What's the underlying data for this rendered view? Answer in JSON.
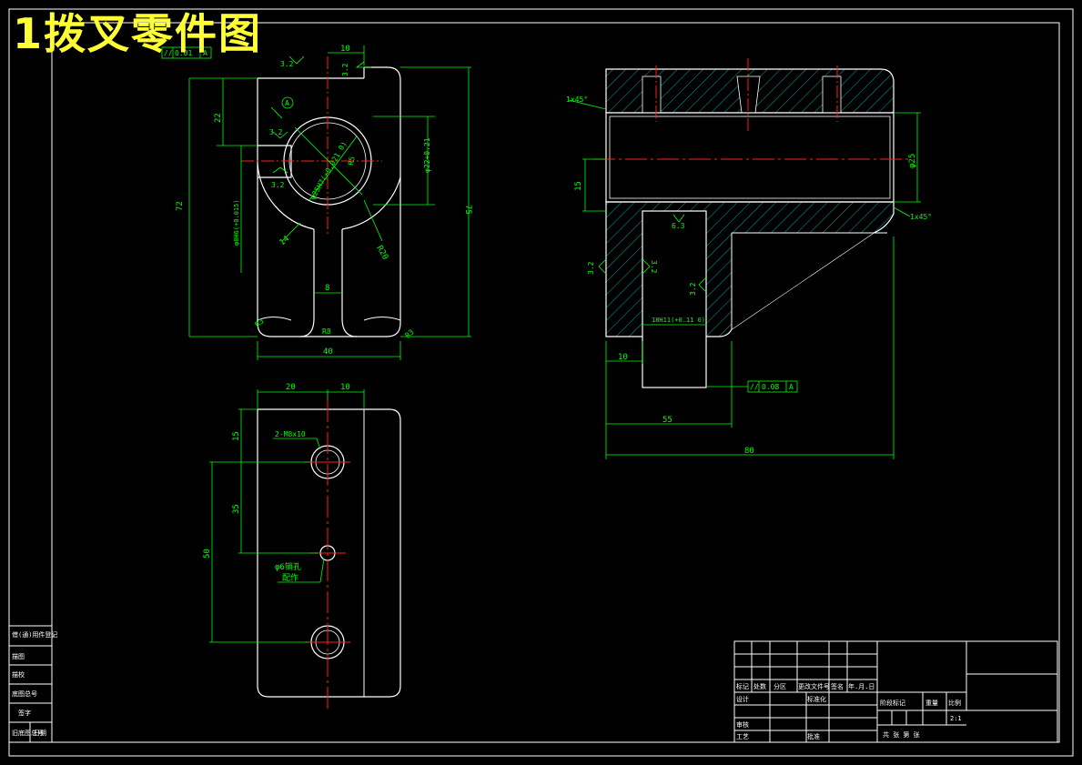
{
  "title": "1拨叉零件图",
  "front_view": {
    "dims": {
      "top_width": "10",
      "total_width": "40",
      "height_72": "72",
      "height_75": "75",
      "d22": "22",
      "slot_8": "8",
      "bore_label": "φ25H7(+0.021 0)",
      "bore_right": "φ22+0.21",
      "left_vert": "φ8H6(+0.015)",
      "r_small": "R5",
      "r_large": "R20",
      "r25": "R5",
      "t14": "14",
      "fillet_a": "R3",
      "fillet_b": "R8",
      "fillet_c": "R3"
    },
    "roughness": [
      "3.2",
      "3.2",
      "3.2",
      "3.2"
    ],
    "datum": "A",
    "tolerance_frame": [
      "//",
      "0.01",
      "A"
    ]
  },
  "section_view": {
    "dims": {
      "chamfer_top": "1x45°",
      "chamfer_bottom": "1x45°",
      "diam_25": "φ25",
      "height_15": "15",
      "w10": "10",
      "w55": "55",
      "w80": "80",
      "slot_label": "18H11(+0.11 0)",
      "r_63": "6.3"
    },
    "roughness": [
      "3.2",
      "3.2",
      "3.2"
    ],
    "tolerance_frame": [
      "//",
      "0.08",
      "A"
    ]
  },
  "bottom_view": {
    "dims": {
      "w20": "20",
      "w10": "10",
      "h15": "15",
      "h35": "35",
      "h50": "50"
    },
    "notes": {
      "thread": "2-M8x10",
      "pin_hole": "φ6销孔",
      "pin_hole2": "配作"
    }
  },
  "left_strip": [
    "借(通)用件登记",
    "描图",
    "描校",
    "底图总号",
    "签字",
    "日期",
    "旧底图总号",
    "日期"
  ],
  "title_block": {
    "row_headers": [
      "标记",
      "处数",
      "分区",
      "更改文件号",
      "签名",
      "年.月.日"
    ],
    "labels": {
      "design": "设计",
      "standard": "标准化",
      "stage": "阶段标记",
      "weight": "重量",
      "scale": "比例",
      "scale_value": "2:1",
      "review": "审核",
      "process": "工艺",
      "approve": "批准",
      "sheets": "共  张  第  张"
    }
  },
  "colors": {
    "line": "#ffffff",
    "dim": "#00ff00",
    "center": "#ff2020",
    "hatch": "#00cccc",
    "title": "#ffff33"
  }
}
